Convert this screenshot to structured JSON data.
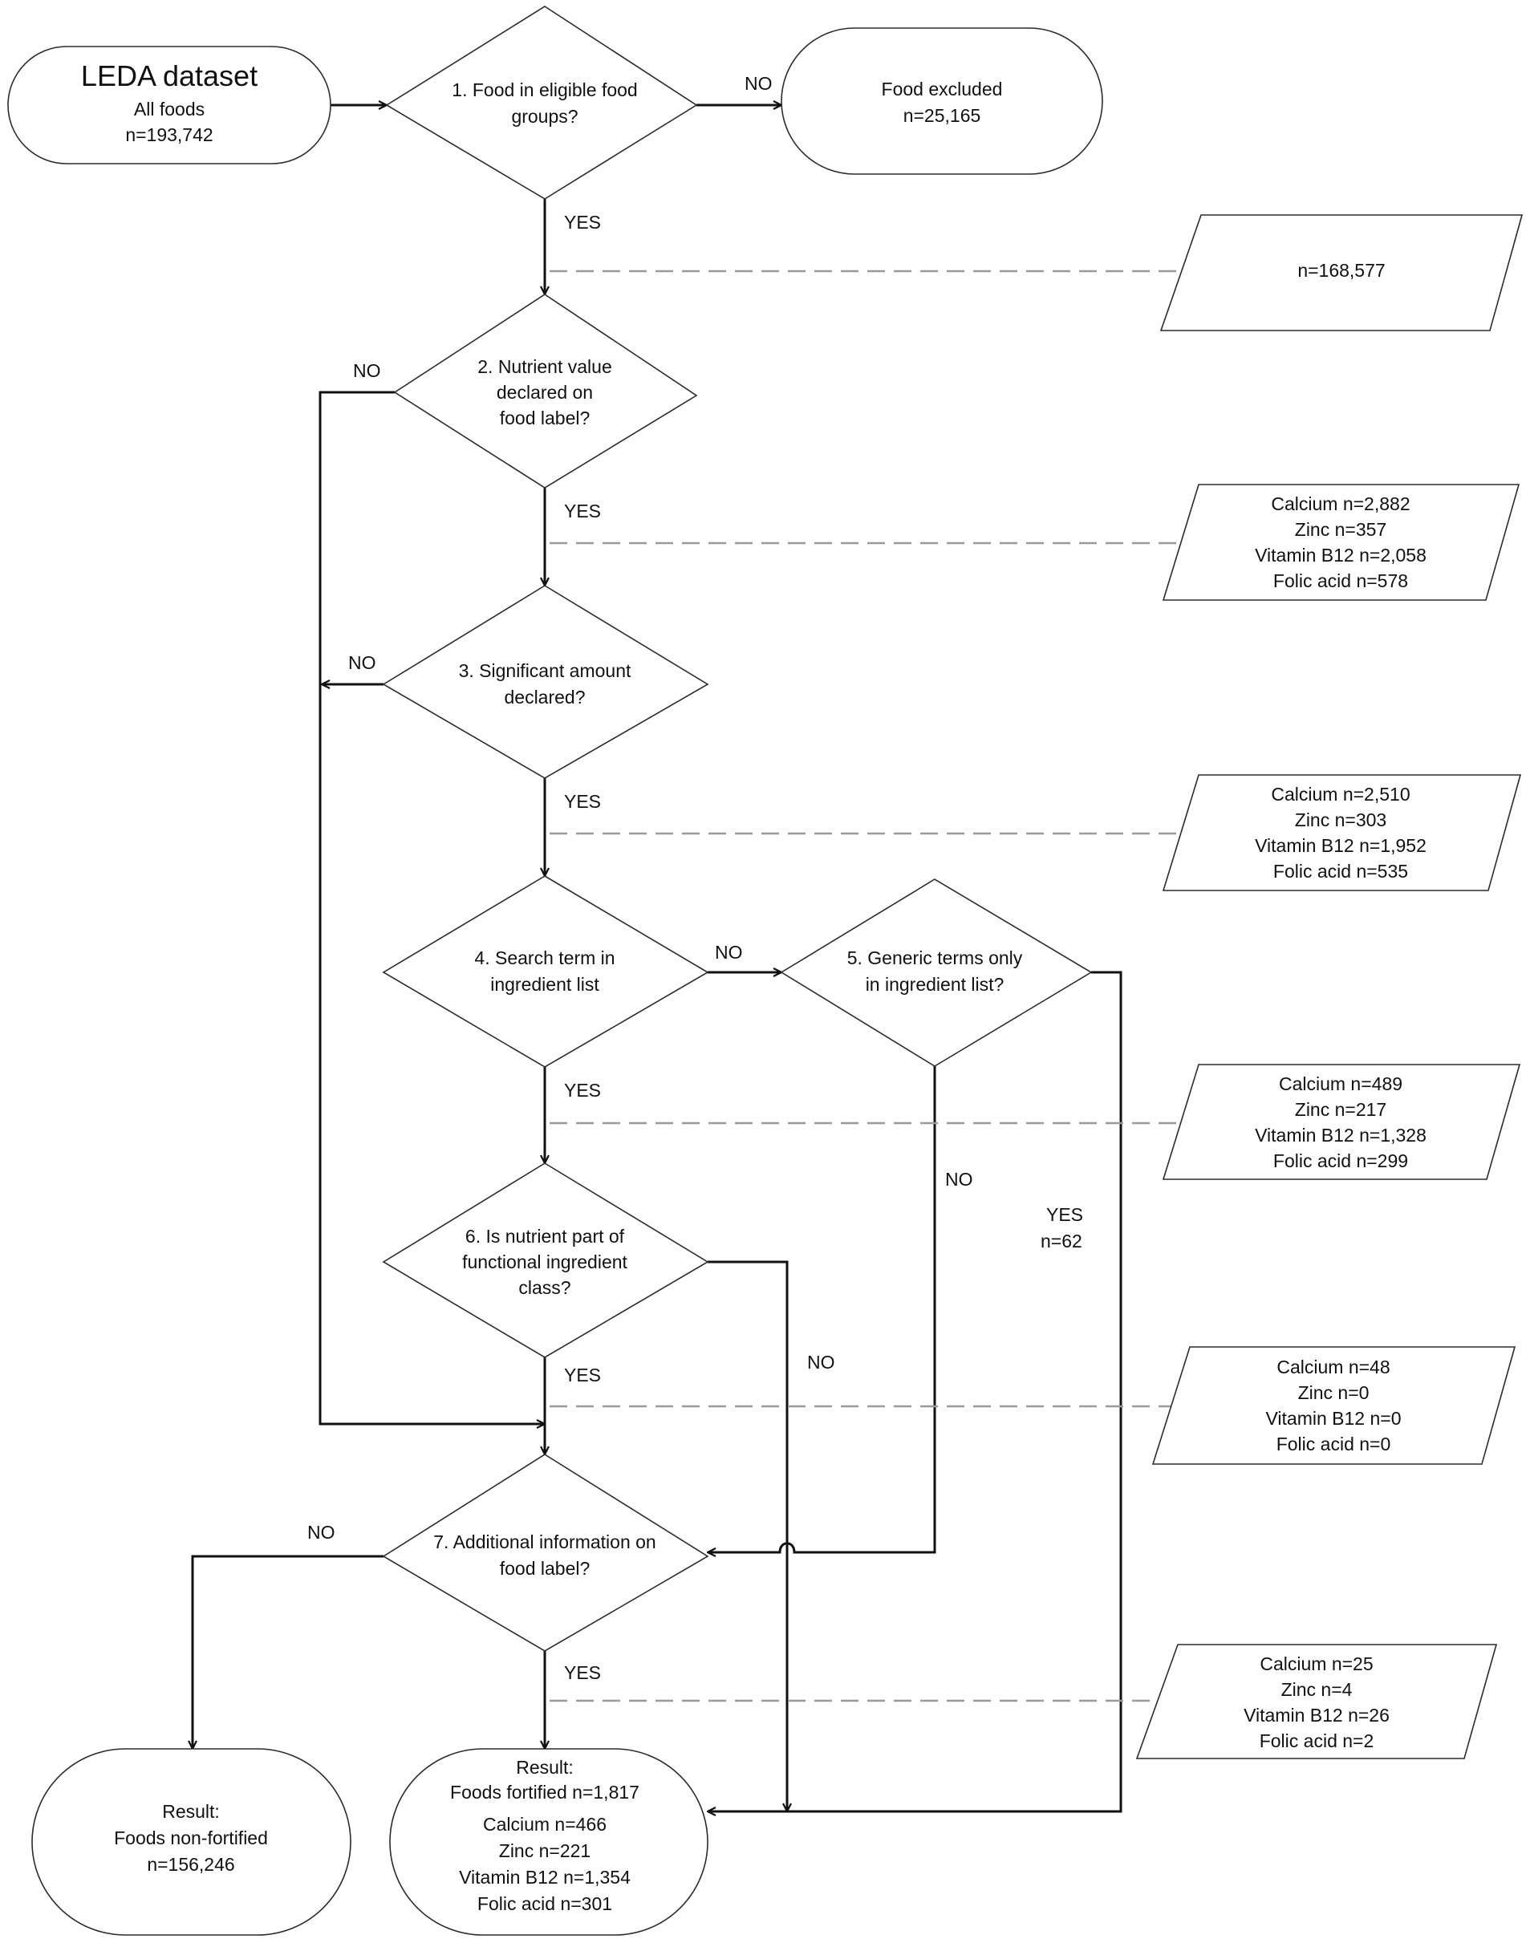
{
  "start": {
    "title": "LEDA dataset",
    "line1": "All foods",
    "line2": "n=193,742"
  },
  "q1": {
    "line1": "1. Food in eligible food",
    "line2": "groups?"
  },
  "excluded": {
    "line1": "Food excluded",
    "line2": "n=25,165"
  },
  "q2": {
    "line1": "2. Nutrient value",
    "line2": "declared on",
    "line3": "food label?"
  },
  "q3": {
    "line1": "3. Significant amount",
    "line2": "declared?"
  },
  "q4": {
    "line1": "4. Search term in",
    "line2": "ingredient list"
  },
  "q5": {
    "line1": "5. Generic terms only",
    "line2": "in ingredient list?"
  },
  "q6": {
    "line1": "6. Is nutrient part of",
    "line2": "functional ingredient",
    "line3": "class?"
  },
  "q7": {
    "line1": "7. Additional information on",
    "line2": "food label?"
  },
  "labels": {
    "yes": "YES",
    "no": "NO",
    "q5_yes_count": "n=62"
  },
  "counts": {
    "after_q1": "n=168,577",
    "after_q2": [
      "Calcium n=2,882",
      "Zinc n=357",
      "Vitamin B12 n=2,058",
      "Folic acid n=578"
    ],
    "after_q3": [
      "Calcium n=2,510",
      "Zinc n=303",
      "Vitamin B12 n=1,952",
      "Folic acid n=535"
    ],
    "after_q4": [
      "Calcium n=489",
      "Zinc n=217",
      "Vitamin B12 n=1,328",
      "Folic acid n=299"
    ],
    "after_q6": [
      "Calcium n=48",
      "Zinc n=0",
      "Vitamin B12 n=0",
      "Folic acid n=0"
    ],
    "after_q7": [
      "Calcium n=25",
      "Zinc n=4",
      "Vitamin B12 n=26",
      "Folic acid n=2"
    ]
  },
  "result_nonfortified": {
    "line1": "Result:",
    "line2": "Foods non-fortified",
    "line3": "n=156,246"
  },
  "result_fortified": {
    "line1": "Result:",
    "line2": "Foods fortified n=1,817",
    "nutrients": [
      "Calcium n=466",
      "Zinc n=221",
      "Vitamin B12 n=1,354",
      "Folic acid n=301"
    ]
  }
}
